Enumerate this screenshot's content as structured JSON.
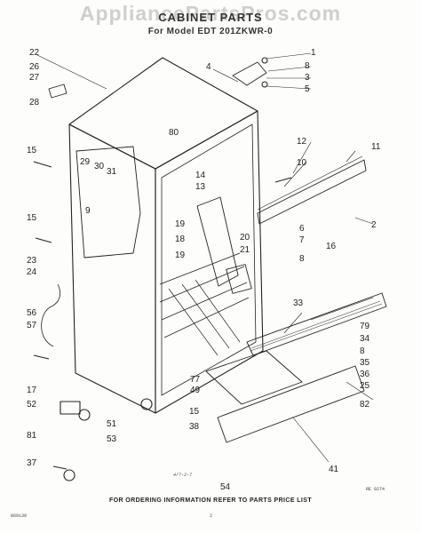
{
  "watermark": "AppliancePartsPros.com",
  "title": "CABINET PARTS",
  "subtitle": "For Model EDT 201ZKWR-0",
  "footer": "FOR ORDERING INFORMATION REFER TO PARTS PRICE LIST",
  "page_number": "2",
  "doc_code": "869139",
  "fig_code": "RE 0274",
  "handwriting": "4/7-2-7",
  "callouts": [
    "1",
    "8",
    "3",
    "5",
    "4",
    "22",
    "26",
    "27",
    "28",
    "80",
    "12",
    "11",
    "15",
    "29",
    "30",
    "31",
    "10",
    "14",
    "13",
    "9",
    "19",
    "6",
    "7",
    "16",
    "8",
    "2",
    "18",
    "20",
    "15",
    "23",
    "24",
    "19",
    "21",
    "33",
    "79",
    "56",
    "57",
    "34",
    "8",
    "35",
    "36",
    "25",
    "77",
    "49",
    "82",
    "17",
    "52",
    "51",
    "81",
    "53",
    "15",
    "38",
    "37",
    "54",
    "41"
  ]
}
